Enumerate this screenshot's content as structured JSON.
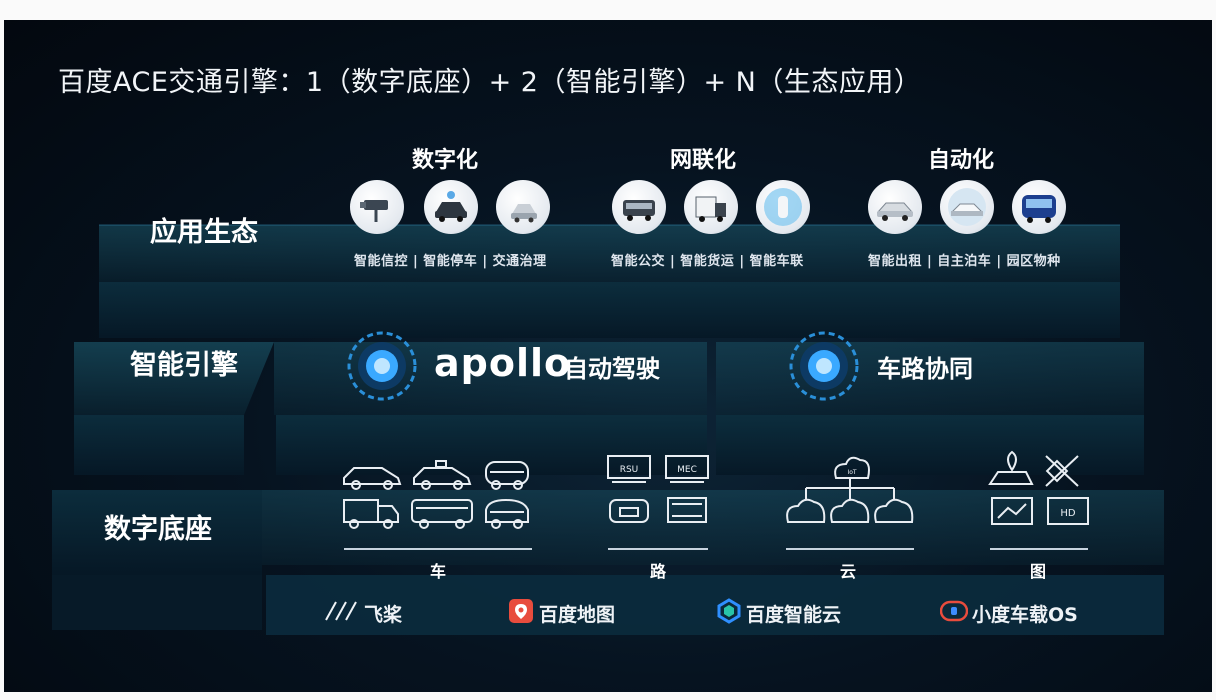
{
  "title": "百度ACE交通引擎：1（数字底座）+ 2（智能引擎）+ N（生态应用）",
  "layers": {
    "ecosystem": "应用生态",
    "engine": "智能引擎",
    "base": "数字底座"
  },
  "categories": [
    {
      "label": "数字化",
      "apps": "智能信控 | 智能停车 | 交通治理",
      "icons": [
        "traffic-camera-icon",
        "parking-car-icon",
        "traffic-governance-icon"
      ]
    },
    {
      "label": "网联化",
      "apps": "智能公交 | 智能货运 | 智能车联",
      "icons": [
        "bus-icon",
        "truck-icon",
        "connected-car-icon"
      ]
    },
    {
      "label": "自动化",
      "apps": "智能出租 | 自主泊车 | 园区物种",
      "icons": [
        "taxi-icon",
        "auto-parking-icon",
        "park-shuttle-icon"
      ]
    }
  ],
  "engines": {
    "apollo_word": "apollo",
    "autodrive": "自动驾驶",
    "v2x": "车路协同"
  },
  "base_groups": [
    {
      "label": "车",
      "icons": [
        "sedan-icon",
        "taxi-car-icon",
        "minibus-icon",
        "truck-icon",
        "bus-icon",
        "robo-van-icon"
      ]
    },
    {
      "label": "路",
      "icons": [
        "rsu-icon",
        "mec-icon",
        "roadside-camera-icon",
        "signal-board-icon"
      ],
      "chips": [
        "RSU",
        "MEC"
      ]
    },
    {
      "label": "云",
      "icons": [
        "cloud-hub-icon",
        "cloud-icon",
        "cloud-icon",
        "cloud-icon"
      ],
      "chips": [
        "IoT"
      ]
    },
    {
      "label": "图",
      "icons": [
        "map-pin-icon",
        "satellite-icon",
        "route-map-icon",
        "hd-map-icon"
      ],
      "chips": [
        "HD"
      ]
    }
  ],
  "partners": [
    "飞桨",
    "百度地图",
    "百度智能云",
    "小度车载OS"
  ],
  "colors": {
    "background": "#03080f",
    "platform": "#0f3a4a",
    "glow": "#3fb6ff",
    "text": "#ffffff"
  }
}
